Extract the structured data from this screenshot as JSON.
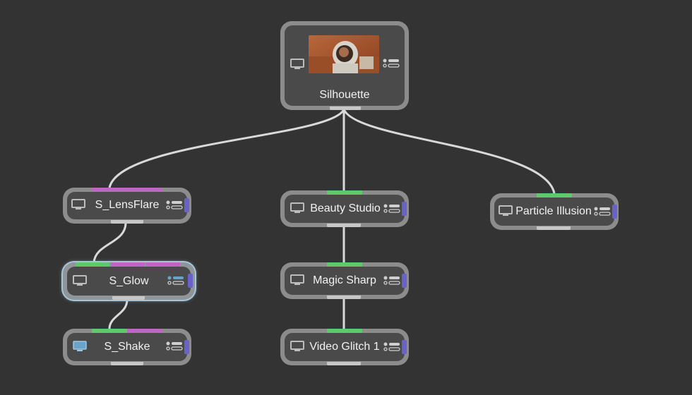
{
  "canvas": {
    "background": "#333333"
  },
  "colors": {
    "node_frame": "#8c8c8c",
    "node_body": "#4a4a4a",
    "wire": "#d9d9d9",
    "port_green": "#5fc86a",
    "port_pink": "#c064c6",
    "port_side": "#6a62c9",
    "monitor_active": "#6aa3c9"
  },
  "nodes": {
    "silhouette": {
      "label": "Silhouette",
      "thumbnail": "astronaut-image"
    },
    "lensflare": {
      "label": "S_LensFlare"
    },
    "glow": {
      "label": "S_Glow"
    },
    "shake": {
      "label": "S_Shake"
    },
    "beauty": {
      "label": "Beauty Studio"
    },
    "magic": {
      "label": "Magic Sharp"
    },
    "glitch": {
      "label": "Video Glitch 1"
    },
    "particle": {
      "label": "Particle Illusion"
    }
  },
  "icons": {
    "monitor": "monitor-icon",
    "controls": "toggle-controls-icon"
  }
}
